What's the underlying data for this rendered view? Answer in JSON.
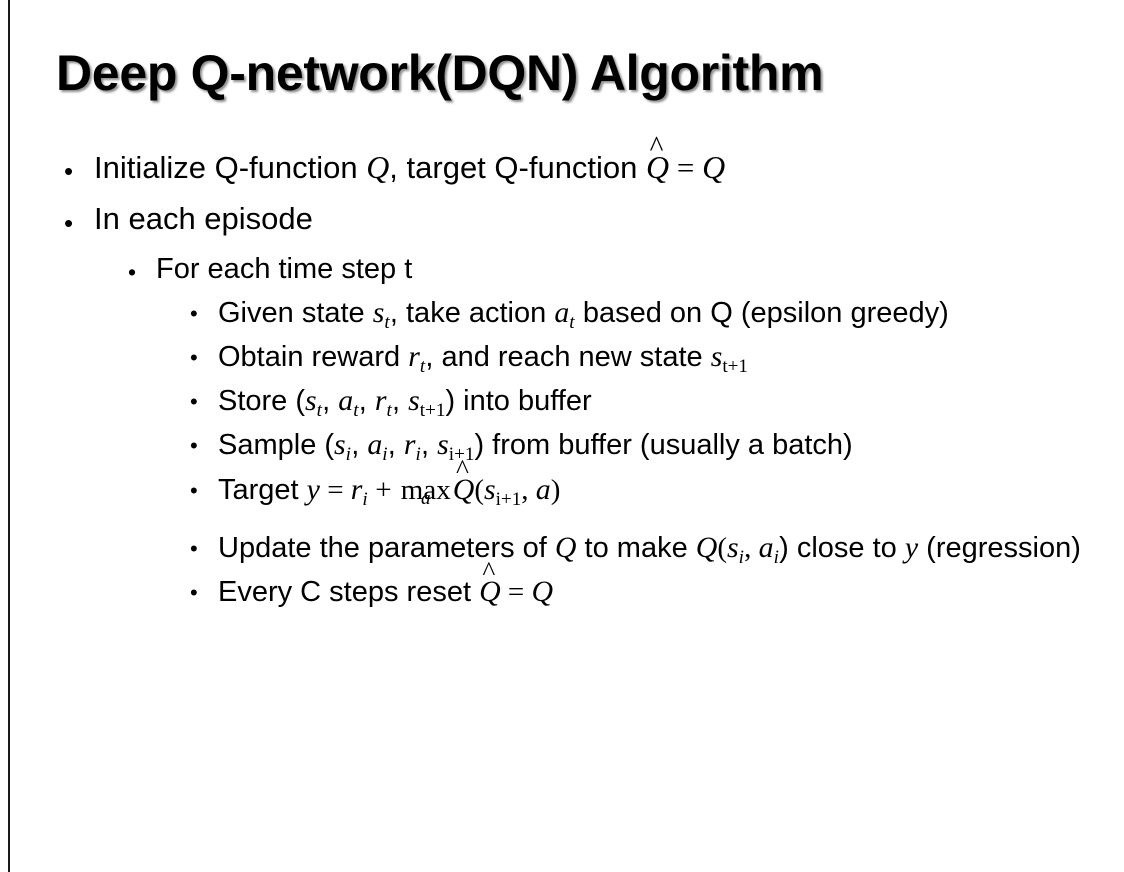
{
  "slide": {
    "title": "Deep Q-network(DQN) Algorithm",
    "background_color": "#ffffff",
    "text_color": "#000000",
    "accent_rule_color": "#1a1a1a",
    "bullet_glyph": "•"
  },
  "content": {
    "items": [
      {
        "level": 1,
        "name": "initialize-q-function",
        "text": "Initialize Q-function Q, target Q-function Q̂ = Q"
      },
      {
        "level": 1,
        "name": "in-each-episode",
        "text": "In each episode"
      },
      {
        "level": 2,
        "name": "for-each-time-step",
        "text": "For each time step t"
      },
      {
        "level": 3,
        "name": "given-state-take-action",
        "text": "Given state s_t, take action a_t based on Q (epsilon greedy)"
      },
      {
        "level": 3,
        "name": "obtain-reward-reach-new-state",
        "text": "Obtain reward r_t, and reach new state s_{t+1}"
      },
      {
        "level": 3,
        "name": "store-into-buffer",
        "text": "Store (s_t, a_t, r_t, s_{t+1}) into buffer"
      },
      {
        "level": 3,
        "name": "sample-from-buffer",
        "text": "Sample (s_i, a_i, r_i, s_{i+1}) from buffer (usually a batch)"
      },
      {
        "level": 3,
        "name": "target-equation",
        "text": "Target y = r_i + max_a Q̂(s_{i+1}, a)"
      },
      {
        "level": 3,
        "name": "update-parameters",
        "text": "Update the parameters of Q to make Q(s_i, a_i) close to y (regression)"
      },
      {
        "level": 3,
        "name": "every-c-steps-reset",
        "text": "Every C steps reset Q̂ = Q"
      }
    ],
    "fragments": {
      "initialize_lead": "Initialize Q-function ",
      "initialize_mid": ", target Q-function ",
      "in_each_episode": "In each episode",
      "for_each_time_step": "For each time step t",
      "given_lead": "Given state ",
      "given_mid": ", take action ",
      "given_tail": " based on Q (epsilon greedy)",
      "obtain_lead": "Obtain reward ",
      "obtain_mid": ", and reach new state ",
      "store_lead": "Store (",
      "store_tail": ") into buffer",
      "sample_lead": "Sample (",
      "sample_tail": ") from buffer (usually a batch)",
      "target_lead": "Target ",
      "update_lead": "Update the parameters of ",
      "update_mid": " to make ",
      "update_tail": ") close to ",
      "update_end": " (regression)",
      "every_lead": "Every C steps reset ",
      "sym_Q": "Q",
      "sym_s": "s",
      "sym_a": "a",
      "sym_r": "r",
      "sym_y": "y",
      "sym_t": "t",
      "sym_i": "i",
      "sym_ip1": "i+1",
      "sym_tp1": "t+1",
      "sym_eq": " = ",
      "sym_plus": " + ",
      "sym_comma": ", ",
      "sym_lparen": "(",
      "sym_rparen": ")",
      "sym_hat": "^",
      "op_max": "max"
    }
  }
}
